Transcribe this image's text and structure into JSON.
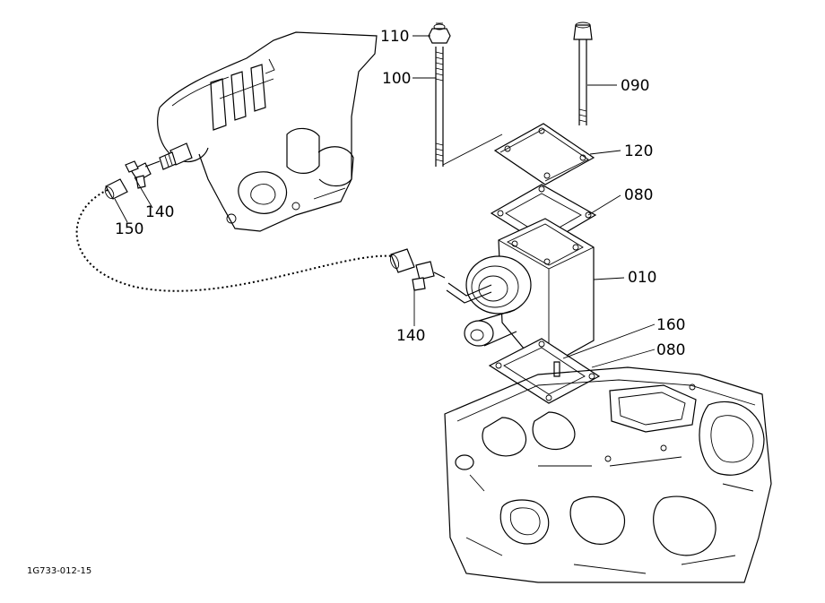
{
  "diagram": {
    "callouts": {
      "c110": "110",
      "c100": "100",
      "c090": "090",
      "c120": "120",
      "c080a": "080",
      "c010": "010",
      "c160": "160",
      "c080b": "080",
      "c140a": "140",
      "c150": "150",
      "c140b": "140"
    },
    "figure_id": "1G733-012-15"
  }
}
